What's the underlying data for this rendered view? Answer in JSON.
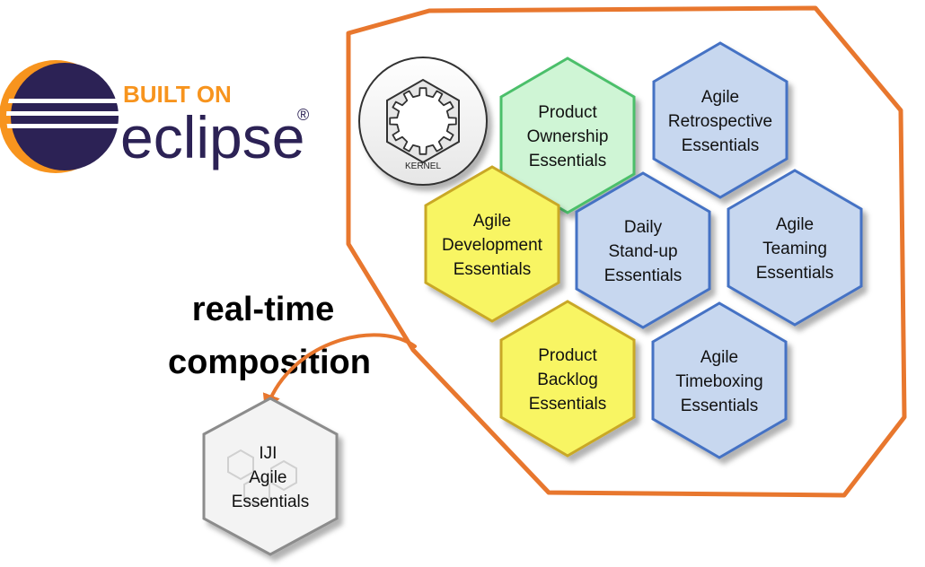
{
  "logo": {
    "built_on": "BUILT ON",
    "name": "eclipse",
    "registered": "®",
    "accent_color": "#f7941e",
    "brand_color": "#2c2255"
  },
  "kernel": {
    "label": "KERNEL"
  },
  "practices": [
    {
      "lines": [
        "Product",
        "Ownership",
        "Essentials"
      ],
      "color": "green"
    },
    {
      "lines": [
        "Agile",
        "Retrospective",
        "Essentials"
      ],
      "color": "blue"
    },
    {
      "lines": [
        "Agile",
        "Development",
        "Essentials"
      ],
      "color": "yellow"
    },
    {
      "lines": [
        "Daily",
        "Stand-up",
        "Essentials"
      ],
      "color": "blue"
    },
    {
      "lines": [
        "Agile",
        "Teaming",
        "Essentials"
      ],
      "color": "blue"
    },
    {
      "lines": [
        "Product",
        "Backlog",
        "Essentials"
      ],
      "color": "yellow"
    },
    {
      "lines": [
        "Agile",
        "Timeboxing",
        "Essentials"
      ],
      "color": "blue"
    }
  ],
  "composition_label": [
    "real-time",
    "composition"
  ],
  "result": {
    "lines": [
      "IJI",
      "Agile",
      "Essentials"
    ]
  },
  "colors": {
    "outline": "#e8772e",
    "arrow": "#e8772e",
    "green_fill": "#cff5d5",
    "green_stroke": "#4bbf6b",
    "blue_fill": "#c7d7ef",
    "blue_stroke": "#4472c4",
    "yellow_fill": "#f8f564",
    "yellow_stroke": "#c9a826",
    "gray_fill": "#f3f3f3",
    "gray_stroke": "#8c8c8c"
  }
}
